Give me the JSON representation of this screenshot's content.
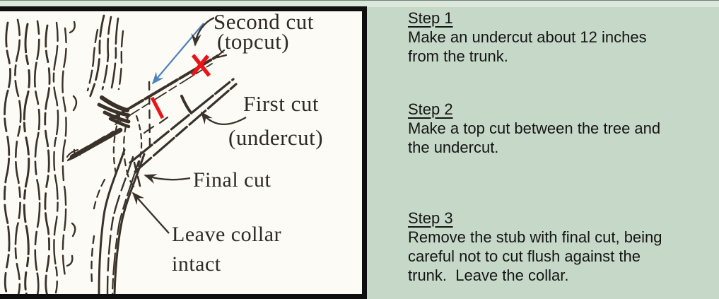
{
  "colors": {
    "background_green": "#c6d9c9",
    "paper_white": "#fcfbf6",
    "frame_black": "#0f0f0f",
    "etching_ink": "#3a3129",
    "label_ink": "#2f2a23",
    "step_text": "#141414",
    "red_mark": "#ea1418",
    "blue_arrow": "#4f81bd"
  },
  "diagram": {
    "labels": {
      "second_cut": "Second cut",
      "topcut": "(topcut)",
      "first_cut": "First cut",
      "undercut": "(undercut)",
      "final_cut": "Final cut",
      "leave_collar": "Leave collar",
      "intact": "intact"
    },
    "marks": {
      "wrong_spot_mark": "red-x-mark",
      "cut_position_mark": "red-line-mark",
      "pointer": "blue-arrow"
    }
  },
  "steps": [
    {
      "title": "Step 1",
      "lines": [
        "Make an undercut about 12 inches",
        "from the trunk."
      ]
    },
    {
      "title": "Step 2",
      "lines": [
        "Make a top cut between the tree and",
        "the undercut."
      ]
    },
    {
      "title": "Step 3",
      "lines": [
        "Remove the stub with final cut, being",
        "careful not to cut flush against the",
        "trunk.  Leave the collar."
      ]
    }
  ]
}
